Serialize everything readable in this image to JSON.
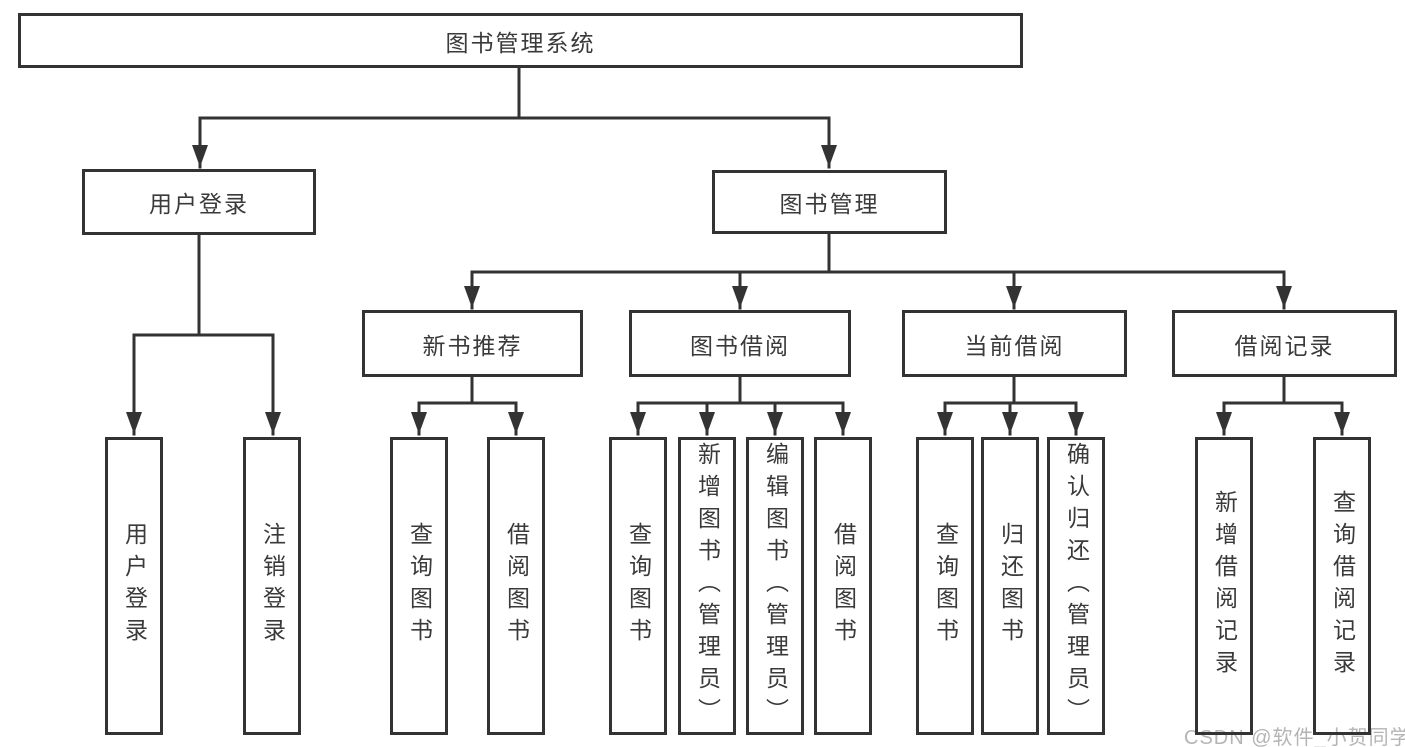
{
  "tree": {
    "label": "图书管理系统",
    "children": [
      {
        "label": "用户登录",
        "children": [
          {
            "label": "用户登录"
          },
          {
            "label": "注销登录"
          }
        ]
      },
      {
        "label": "图书管理",
        "children": [
          {
            "label": "新书推荐",
            "children": [
              {
                "label": "查询图书"
              },
              {
                "label": "借阅图书"
              }
            ]
          },
          {
            "label": "图书借阅",
            "children": [
              {
                "label": "查询图书"
              },
              {
                "label": "新增图书（管理员）"
              },
              {
                "label": "编辑图书（管理员）"
              },
              {
                "label": "借阅图书"
              }
            ]
          },
          {
            "label": "当前借阅",
            "children": [
              {
                "label": "查询图书"
              },
              {
                "label": "归还图书"
              },
              {
                "label": "确认归还（管理员）"
              }
            ]
          },
          {
            "label": "借阅记录",
            "children": [
              {
                "label": "新增借阅记录"
              },
              {
                "label": "查询借阅记录"
              }
            ]
          }
        ]
      }
    ]
  },
  "watermark": {
    "text": "CSDN @软件_小贺同学"
  },
  "colors": {
    "line": "#333333",
    "border": "#333333",
    "text": "#3a3a3a",
    "watermark": "#b5b5b5",
    "background": "#ffffff"
  }
}
